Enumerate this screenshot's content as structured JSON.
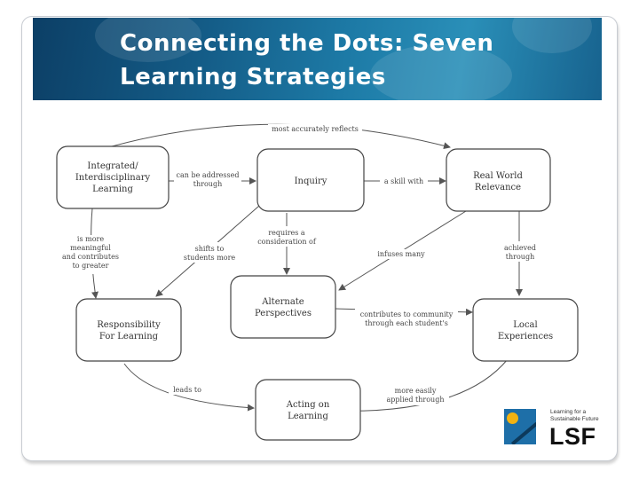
{
  "slide": {
    "title_line1": "Connecting the Dots: Seven",
    "title_line2": "Learning Strategies"
  },
  "diagram": {
    "nodes": {
      "integrated": [
        "Integrated/",
        "Interdisciplinary",
        "Learning"
      ],
      "inquiry": [
        "Inquiry"
      ],
      "real_world": [
        "Real World",
        "Relevance"
      ],
      "alternate": [
        "Alternate",
        "Perspectives"
      ],
      "responsibility": [
        "Responsibility",
        "For Learning"
      ],
      "local": [
        "Local",
        "Experiences"
      ],
      "acting": [
        "Acting on",
        "Learning"
      ]
    },
    "edges": {
      "most_accurately_reflects": [
        "most accurately reflects"
      ],
      "can_be_addressed_through": [
        "can be addressed",
        "through"
      ],
      "a_skill_with": [
        "a skill with"
      ],
      "requires_consideration": [
        "requires a",
        "consideration of"
      ],
      "is_more_meaningful": [
        "is more",
        "meaningful",
        "and contributes",
        "to greater"
      ],
      "shifts_to_students": [
        "shifts to",
        "students more"
      ],
      "infuses_many": [
        "infuses many"
      ],
      "achieved_through": [
        "achieved",
        "through"
      ],
      "contributes_to_community": [
        "contributes to community",
        "through each student's"
      ],
      "leads_to": [
        "leads to"
      ],
      "more_easily_applied": [
        "more easily",
        "applied through"
      ]
    }
  },
  "logo": {
    "tagline_lines": [
      "Learning for a",
      "Sustainable Future"
    ],
    "wordmark": "LSF",
    "colors": {
      "blue": "#1e6fa8",
      "sun": "#f2b313"
    }
  }
}
